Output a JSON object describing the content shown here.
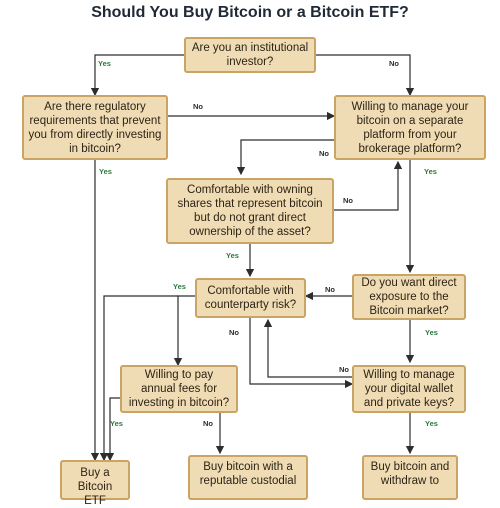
{
  "title": "Should You Buy Bitcoin or a Bitcoin ETF?",
  "nodes": {
    "n1": "Are you an institutional investor?",
    "n2": "Are there regulatory requirements that prevent you from directly investing in bitcoin?",
    "n3": "Willing to manage your bitcoin on a separate platform from your brokerage platform?",
    "n4": "Comfortable with owning shares that represent bitcoin but do not grant direct ownership of the asset?",
    "n5": "Comfortable with counterparty risk?",
    "n6": "Do you want direct exposure to the Bitcoin market?",
    "n7": "Willing to pay annual fees for investing in bitcoin?",
    "n8": "Willing to manage your digital wallet and private keys?",
    "n9": "Buy a Bitcoin ETF",
    "n10": "Buy bitcoin with a reputable custodial",
    "n11": "Buy bitcoin and withdraw to"
  },
  "edge_labels": {
    "yes": "Yes",
    "no": "No"
  },
  "colors": {
    "node_fill": "#f0dcb4",
    "node_border": "#c9a464",
    "yes_label": "#2b7a3a",
    "arrow": "#2d2d2d"
  }
}
